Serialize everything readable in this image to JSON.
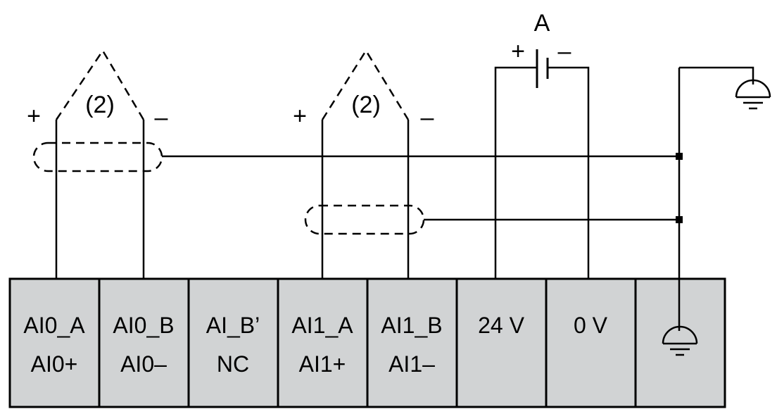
{
  "supply": {
    "label": "A",
    "plus": "+",
    "minus": "–"
  },
  "sensors": [
    {
      "label": "(2)",
      "plus": "+",
      "minus": "–"
    },
    {
      "label": "(2)",
      "plus": "+",
      "minus": "–"
    }
  ],
  "terminals": [
    {
      "line1": "AI0_A",
      "line2": "AI0+"
    },
    {
      "line1": "AI0_B",
      "line2": "AI0–"
    },
    {
      "line1": "AI_B’",
      "line2": "NC"
    },
    {
      "line1": "AI1_A",
      "line2": "AI1+"
    },
    {
      "line1": "AI1_B",
      "line2": "AI1–"
    },
    {
      "line1": "24 V",
      "line2": ""
    },
    {
      "line1": "0 V",
      "line2": ""
    },
    {
      "line1": "",
      "line2": "",
      "icon": "ground-icon"
    }
  ],
  "colors": {
    "terminal_fill": "#d1d3d4",
    "line": "#000000"
  }
}
